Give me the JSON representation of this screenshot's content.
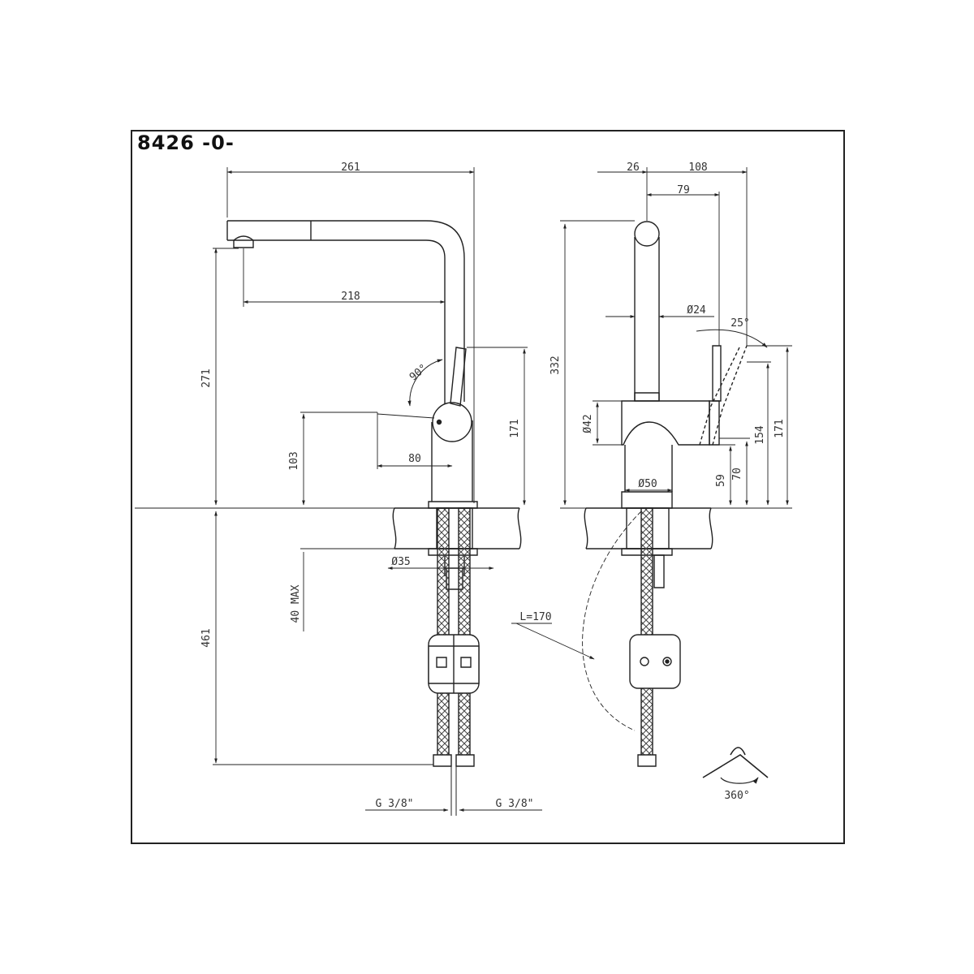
{
  "title": "8426 -0-",
  "dimensions": {
    "spout_reach": "261",
    "spout_inner": "218",
    "lever_rotation": "90°",
    "spout_height": "271",
    "body_height": "103",
    "lever_offset": "80",
    "overall_height_left": "171",
    "below_deck": "461",
    "deck_thickness": "40 MAX",
    "shank_diameter": "Ø35",
    "thread_left": "G 3/8\"",
    "thread_right": "G 3/8\"",
    "top_offset": "26",
    "lever_reach": "108",
    "spout_axis": "79",
    "overall_height": "332",
    "spout_diameter": "Ø24",
    "lever_tilt": "25°",
    "body_diameter": "Ø42",
    "base_diameter": "Ø50",
    "lever_height_1": "59",
    "lever_height_2": "70",
    "lever_height_3": "154",
    "lever_height_4": "171",
    "hose_length": "L=170",
    "swivel": "360°"
  }
}
